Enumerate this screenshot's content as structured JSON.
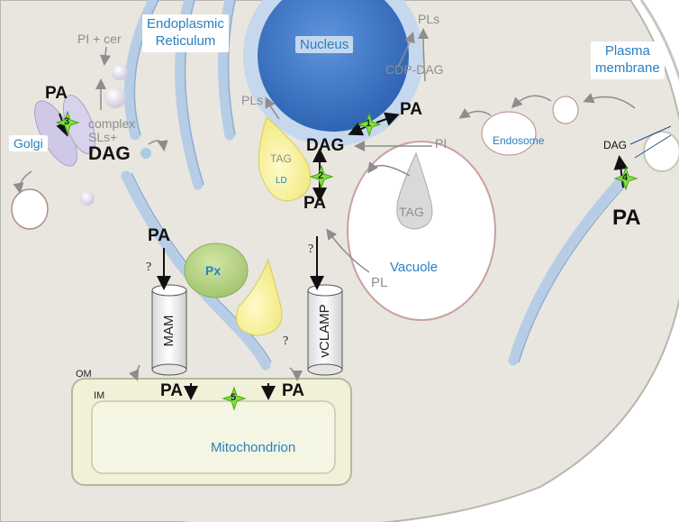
{
  "organelles": {
    "er": "Endoplasmic\nReticulum",
    "nucleus": "Nucleus",
    "plasma_membrane": "Plasma\nmembrane",
    "golgi": "Golgi",
    "endosome": "Endosome",
    "vacuole": "Vacuole",
    "lipid_droplet": "LD",
    "peroxisome": "Px",
    "mitochondrion": "Mitochondrion",
    "mam": "MAM",
    "vclamp": "vCLAMP",
    "outer_membrane": "OM",
    "inner_membrane": "IM"
  },
  "lipids": {
    "pi_cer": "PI + cer",
    "pls_nucleus": "PLs",
    "cdp_dag": "CDP-DAG",
    "pls_left": "PLs",
    "pa_golgi": "PA",
    "complex_sls": "complex\nSLs+",
    "dag_golgi": "DAG",
    "pa_right1": "PA",
    "dag_center": "DAG",
    "pi_center": "PI",
    "tag_ld": "TAG",
    "pa_center": "PA",
    "tag_vacuole": "TAG",
    "pl_vacuole": "PL",
    "pa_er": "PA",
    "dag_pm": "DAG",
    "pa_pm": "PA",
    "pa_mito_left": "PA",
    "pa_mito_right": "PA"
  },
  "marks": {
    "q1": "?",
    "q2": "?",
    "q3": "?"
  },
  "steps": [
    "1",
    "2",
    "3",
    "4",
    "5"
  ],
  "colors": {
    "background": "#ffffff",
    "cell": "#e8e6df",
    "er_membrane": "#b7cde6",
    "nucleus": "#3b73c8",
    "golgi": "#cfc8e6",
    "lipid_droplet": "#f7f3a0",
    "peroxisome": "#b9d48a",
    "vacuole": "#ffffff",
    "mitochondrion": "#f0f1d8",
    "star": "#7fe33a",
    "label_blue": "#2a7fbf"
  }
}
